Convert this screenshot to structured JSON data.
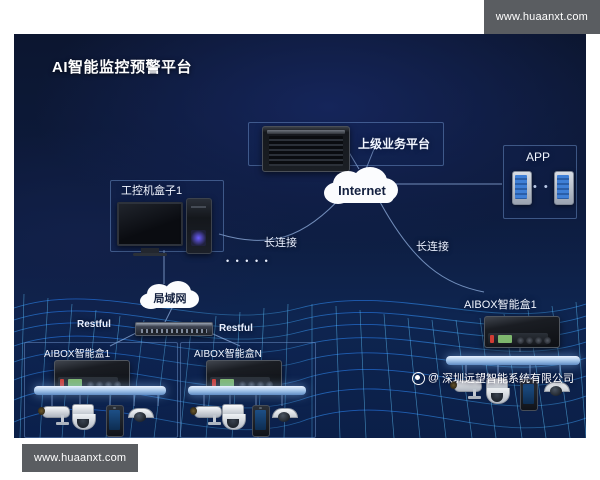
{
  "page": {
    "title": "AI智能监控预警平台",
    "background_color": "#0d1b3d",
    "accent_color": "#7fb4ff"
  },
  "watermarks": {
    "top_right": "www.huaanxt.com",
    "bottom_left": "www.huaanxt.com",
    "band_color": "#5a5d61"
  },
  "credit": {
    "company": "深圳远望智能系统有限公司",
    "at_symbol": "@"
  },
  "nodes": {
    "upper_platform": {
      "label": "上级业务平台",
      "icon": "rack-server-icon"
    },
    "internet": {
      "label": "Internet",
      "icon": "cloud-icon"
    },
    "lan": {
      "label": "局域网",
      "icon": "cloud-icon"
    },
    "app": {
      "label": "APP",
      "icon": "smartphone-icon",
      "ellipsis": "• • •"
    },
    "industrial_pc": {
      "label": "工控机盒子1",
      "icon": "desktop-computer-icon"
    },
    "switch": {
      "icon": "network-switch-icon"
    },
    "aibox_left": {
      "label": "AIBOX智能盒1",
      "icon": "aibox-icon"
    },
    "aibox_n": {
      "label": "AIBOX智能盒N",
      "icon": "aibox-icon"
    },
    "aibox_right": {
      "label": "AIBOX智能盒1",
      "icon": "aibox-icon"
    }
  },
  "edges": {
    "restful_left": "Restful",
    "restful_right": "Restful",
    "long_conn_left": "长连接",
    "long_conn_right": "长连接",
    "dotted": "• • • • •"
  },
  "devices": {
    "camera_types": [
      "bullet-camera-icon",
      "ptz-dome-camera-icon",
      "access-panel-icon",
      "dome-camera-icon"
    ]
  }
}
